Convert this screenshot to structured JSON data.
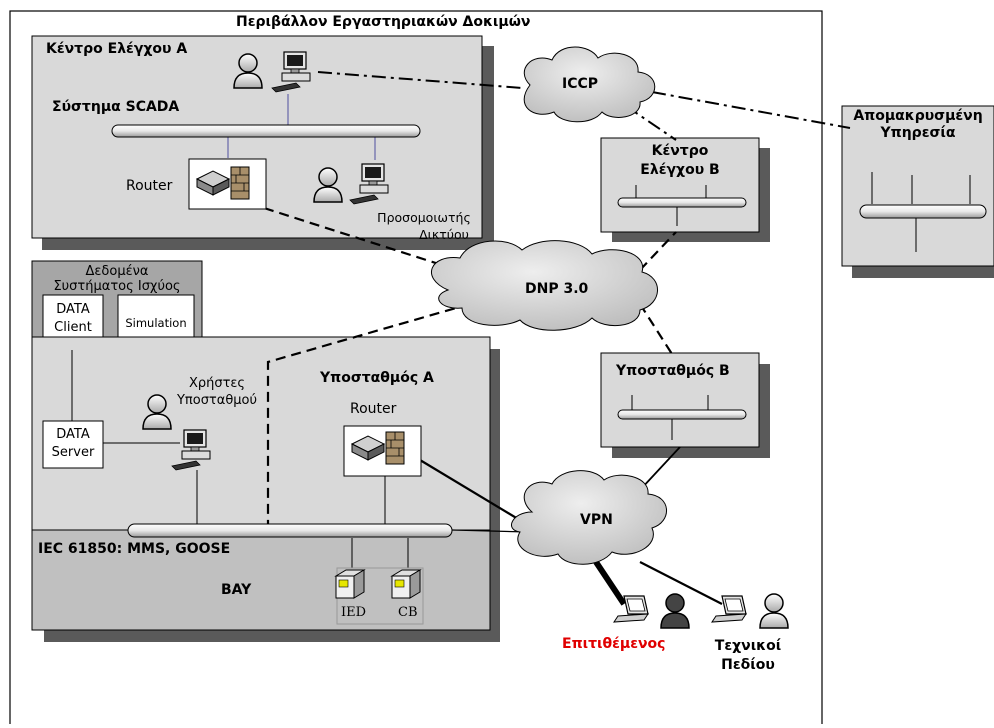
{
  "title": "Περιβάλλον Εργαστηριακών Δοκιμών",
  "control_center_a": {
    "title": "Κέντρο Ελέγχου Α",
    "scada": "Σύστημα SCADA",
    "router": "Router",
    "simulator_line1": "Προσομοιωτής",
    "simulator_line2": "Δικτύου"
  },
  "icc": "ICCP",
  "remote_service": {
    "line1": "Απομακρυσμένη",
    "line2": "Υπηρεσία"
  },
  "control_center_b": {
    "line1": "Κέντρο",
    "line2": "Ελέγχου Β"
  },
  "dnp": "DNP 3.0",
  "power_data": {
    "line1": "Δεδομένα",
    "line2": "Συστήματος Ισχύος",
    "data_client_line1": "DATA",
    "data_client_line2": "Client",
    "simulation": "Simulation"
  },
  "substation_a": {
    "title": "Υποσταθμός Α",
    "router": "Router",
    "users_line1": "Χρήστες",
    "users_line2": "Υποσταθμού",
    "data_server_line1": "DATA",
    "data_server_line2": "Server",
    "iec": "IEC 61850: MMS, GOOSE",
    "bay": "BAY",
    "ied": "IED",
    "cb": "CB"
  },
  "substation_b": "Υποσταθμός Β",
  "vpn": "VPN",
  "attacker": "Επιτιθέμενος",
  "technicians": {
    "line1": "Τεχνικοί",
    "line2": "Πεδίου"
  },
  "colors": {
    "panel": "#d9d9d9",
    "shadow": "#5a5a5a",
    "bay": "#c0c0c0",
    "cloud": "#d4d4d4",
    "attacker": "#e00000"
  }
}
